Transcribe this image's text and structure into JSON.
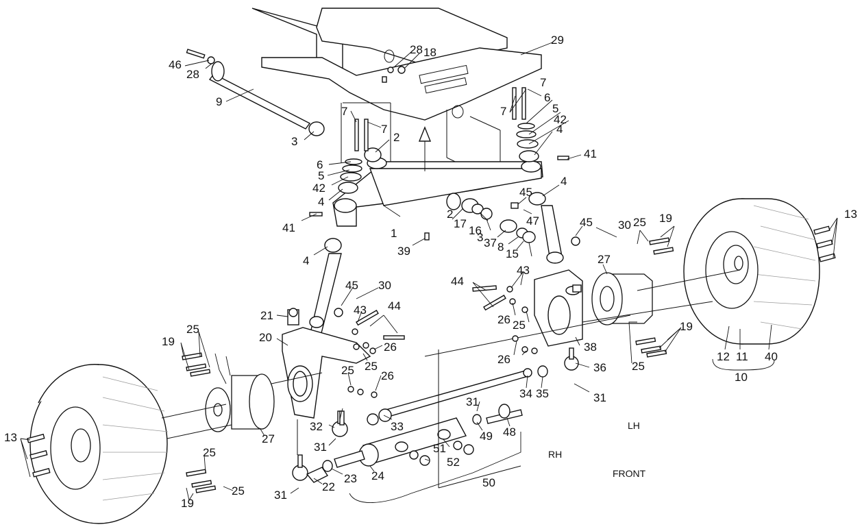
{
  "annotations": {
    "lh": "LH",
    "rh": "RH",
    "front": "FRONT"
  },
  "callouts": [
    {
      "id": "c46",
      "text": "46"
    },
    {
      "id": "c28a",
      "text": "28"
    },
    {
      "id": "c28b",
      "text": "28"
    },
    {
      "id": "c18",
      "text": "18"
    },
    {
      "id": "c29",
      "text": "29"
    },
    {
      "id": "c9",
      "text": "9"
    },
    {
      "id": "c3a",
      "text": "3"
    },
    {
      "id": "c7a",
      "text": "7"
    },
    {
      "id": "c7b",
      "text": "7"
    },
    {
      "id": "c2a",
      "text": "2"
    },
    {
      "id": "c6a",
      "text": "6"
    },
    {
      "id": "c5a",
      "text": "5"
    },
    {
      "id": "c42a",
      "text": "42"
    },
    {
      "id": "c4a",
      "text": "4"
    },
    {
      "id": "c41a",
      "text": "41"
    },
    {
      "id": "c1",
      "text": "1"
    },
    {
      "id": "c39",
      "text": "39"
    },
    {
      "id": "c4b",
      "text": "4"
    },
    {
      "id": "c7c",
      "text": "7"
    },
    {
      "id": "c7d",
      "text": "7"
    },
    {
      "id": "c6b",
      "text": "6"
    },
    {
      "id": "c5b",
      "text": "5"
    },
    {
      "id": "c42b",
      "text": "42"
    },
    {
      "id": "c4c",
      "text": "4"
    },
    {
      "id": "c41b",
      "text": "41"
    },
    {
      "id": "c4d",
      "text": "4"
    },
    {
      "id": "c45a",
      "text": "45"
    },
    {
      "id": "c2b",
      "text": "2"
    },
    {
      "id": "c17",
      "text": "17"
    },
    {
      "id": "c16",
      "text": "16"
    },
    {
      "id": "c3b",
      "text": "3"
    },
    {
      "id": "c47",
      "text": "47"
    },
    {
      "id": "c37",
      "text": "37"
    },
    {
      "id": "c8",
      "text": "8"
    },
    {
      "id": "c15",
      "text": "15"
    },
    {
      "id": "c45b",
      "text": "45"
    },
    {
      "id": "c30a",
      "text": "30"
    },
    {
      "id": "c25a",
      "text": "25"
    },
    {
      "id": "c19a",
      "text": "19"
    },
    {
      "id": "c13a",
      "text": "13"
    },
    {
      "id": "c27a",
      "text": "27"
    },
    {
      "id": "c44a",
      "text": "44"
    },
    {
      "id": "c43a",
      "text": "43"
    },
    {
      "id": "c26a",
      "text": "26"
    },
    {
      "id": "c25b",
      "text": "25"
    },
    {
      "id": "c26b",
      "text": "26"
    },
    {
      "id": "c38",
      "text": "38"
    },
    {
      "id": "c19b",
      "text": "19"
    },
    {
      "id": "c25c",
      "text": "25"
    },
    {
      "id": "c12",
      "text": "12"
    },
    {
      "id": "c11",
      "text": "11"
    },
    {
      "id": "c40",
      "text": "40"
    },
    {
      "id": "c10",
      "text": "10"
    },
    {
      "id": "c45c",
      "text": "45"
    },
    {
      "id": "c30b",
      "text": "30"
    },
    {
      "id": "c43b",
      "text": "43"
    },
    {
      "id": "c44b",
      "text": "44"
    },
    {
      "id": "c21",
      "text": "21"
    },
    {
      "id": "c20",
      "text": "20"
    },
    {
      "id": "c26c",
      "text": "26"
    },
    {
      "id": "c25d",
      "text": "25"
    },
    {
      "id": "c25e",
      "text": "25"
    },
    {
      "id": "c26d",
      "text": "26"
    },
    {
      "id": "c19c",
      "text": "19"
    },
    {
      "id": "c25f",
      "text": "25"
    },
    {
      "id": "c36",
      "text": "36"
    },
    {
      "id": "c31a",
      "text": "31"
    },
    {
      "id": "c34",
      "text": "34"
    },
    {
      "id": "c35",
      "text": "35"
    },
    {
      "id": "c31b",
      "text": "31"
    },
    {
      "id": "c33",
      "text": "33"
    },
    {
      "id": "c32",
      "text": "32"
    },
    {
      "id": "c49",
      "text": "49"
    },
    {
      "id": "c48",
      "text": "48"
    },
    {
      "id": "c27b",
      "text": "27"
    },
    {
      "id": "c13b",
      "text": "13"
    },
    {
      "id": "c31c",
      "text": "31"
    },
    {
      "id": "c51",
      "text": "51"
    },
    {
      "id": "c52",
      "text": "52"
    },
    {
      "id": "c25g",
      "text": "25"
    },
    {
      "id": "c23",
      "text": "23"
    },
    {
      "id": "c24",
      "text": "24"
    },
    {
      "id": "c22",
      "text": "22"
    },
    {
      "id": "c50",
      "text": "50"
    },
    {
      "id": "c19d",
      "text": "19"
    },
    {
      "id": "c25h",
      "text": "25"
    },
    {
      "id": "c31d",
      "text": "31"
    }
  ]
}
